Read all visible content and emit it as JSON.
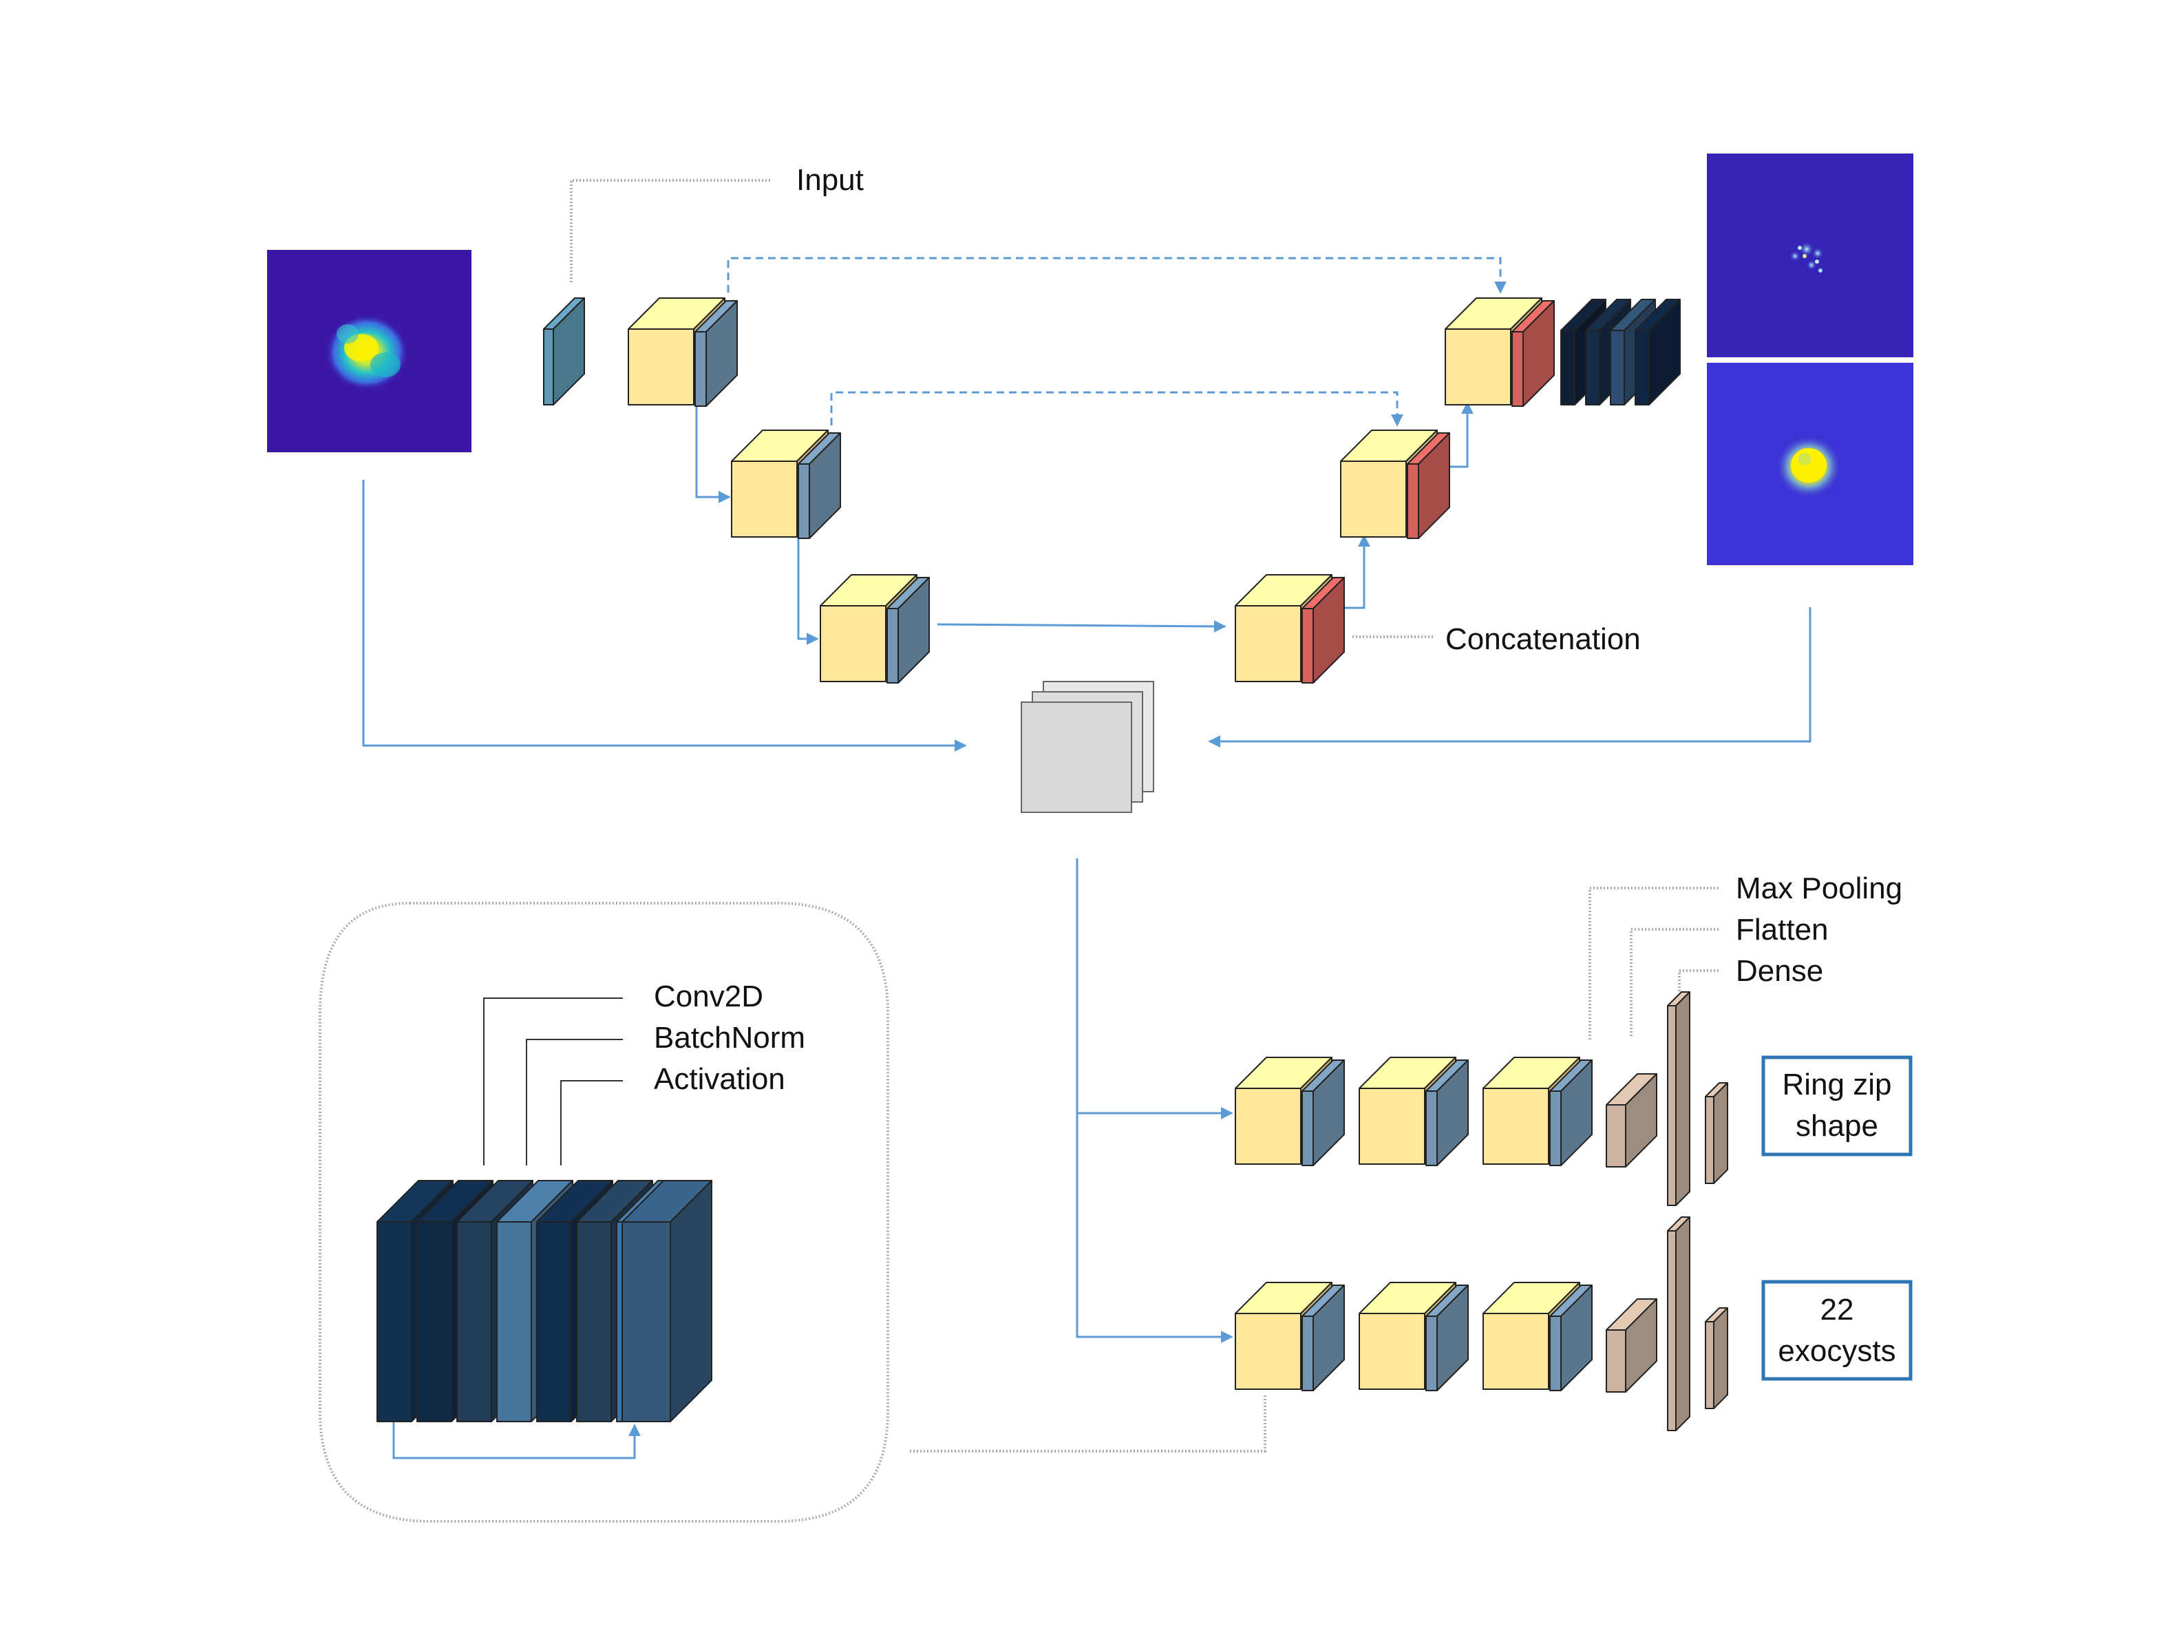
{
  "labels": {
    "input": "Input",
    "concatenation": "Concatenation",
    "max_pooling": "Max Pooling",
    "flatten": "Flatten",
    "dense": "Dense",
    "conv2d": "Conv2D",
    "batchnorm": "BatchNorm",
    "activation": "Activation"
  },
  "outputs": {
    "top": [
      "Ring zip",
      "shape"
    ],
    "bottom": [
      "22",
      "exocysts"
    ]
  },
  "colors": {
    "conv_yellow": "#fde79a",
    "pool_blue": "#7596b2",
    "concat_red": "#d6625e",
    "input_teal": "#5e98b4",
    "dense_tan": "#cbb4a1",
    "arrow_blue": "#5b9bd5",
    "leader_grey": "#aaaaaa",
    "output_box_border": "#2e75b6",
    "heatmap_bg": "#3b17a8",
    "stack_light_grey": "#d9d9d9"
  },
  "icons": {
    "input_image": "fluorescence-heatmap-blob",
    "output_image_top": "fluorescence-heatmap-dots",
    "output_image_bottom": "fluorescence-heatmap-ring",
    "merge_node": "stacked-feature-maps"
  }
}
